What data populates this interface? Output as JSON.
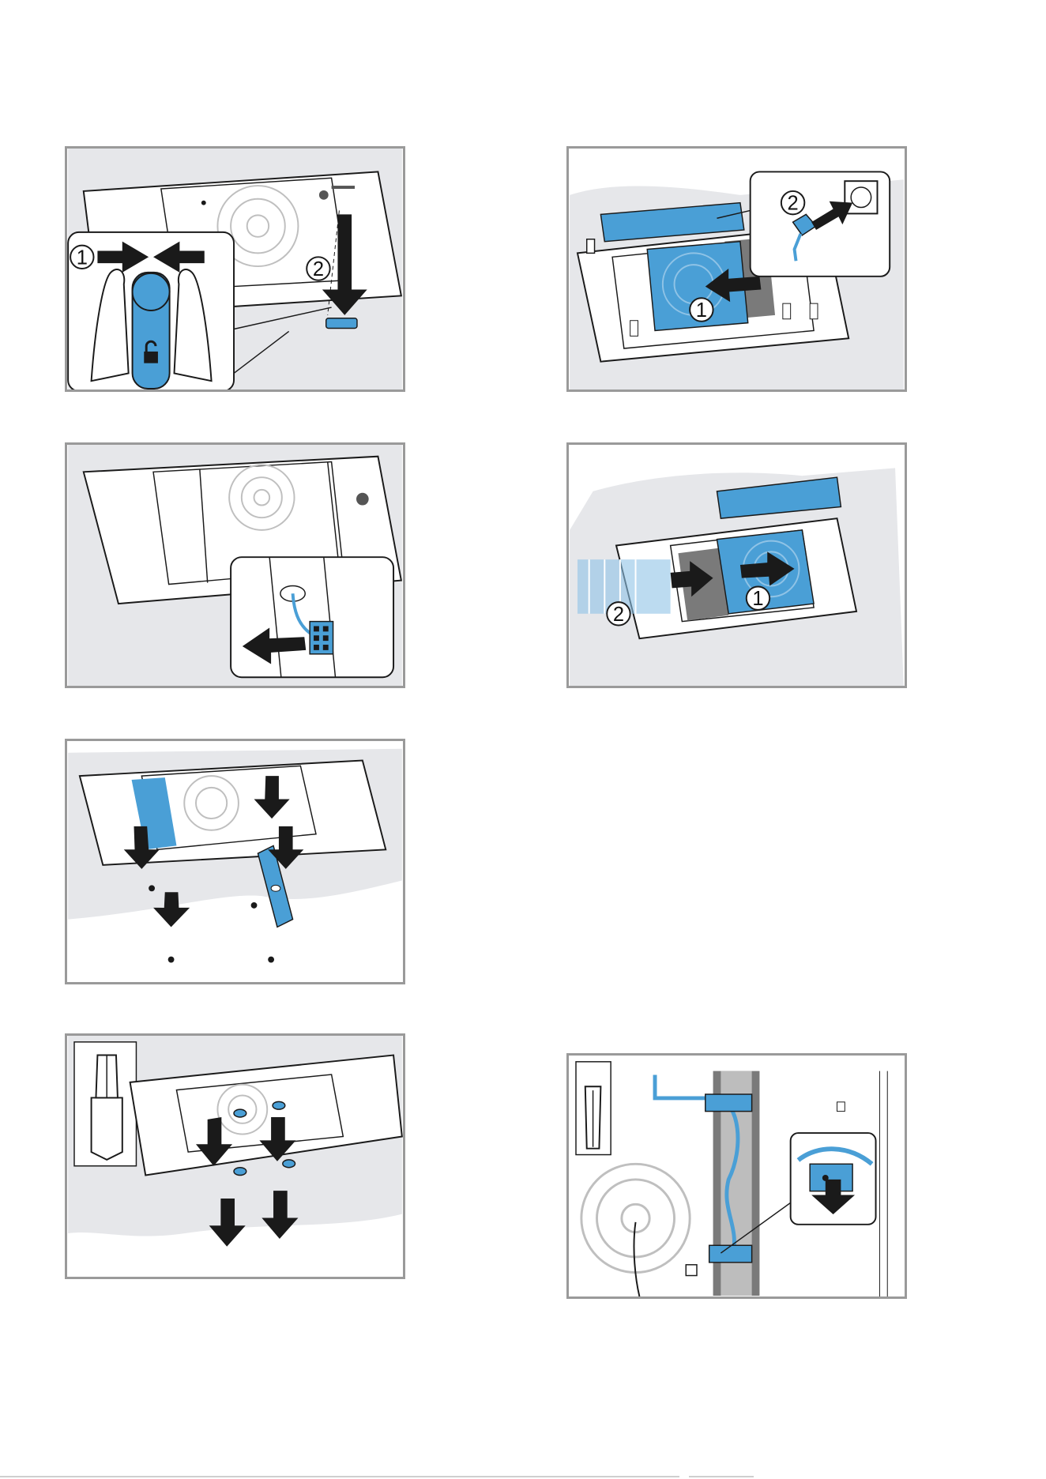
{
  "page": {
    "illustrations": [
      {
        "name": "unlock-and-remove-filter",
        "labels": [
          "1",
          "2"
        ]
      },
      {
        "name": "unplug-power-and-slide-out",
        "labels": [
          "2",
          "1"
        ]
      },
      {
        "name": "disconnect-connector",
        "labels": []
      },
      {
        "name": "slide-module-and-hose",
        "labels": [
          "1",
          "2"
        ]
      },
      {
        "name": "remove-cover-screws",
        "labels": []
      },
      {
        "name": "remove-panel-screws-torx",
        "labels": []
      },
      {
        "name": "remove-cable-clip-torx",
        "labels": []
      }
    ]
  },
  "colors": {
    "blue": "#4a9fd6",
    "light_blue": "#8fc3e6",
    "wall_gray": "#e6e7ea",
    "outline": "#1a1a1a",
    "frame": "#9a9a9a",
    "dark_gray": "#7a7a7a"
  }
}
